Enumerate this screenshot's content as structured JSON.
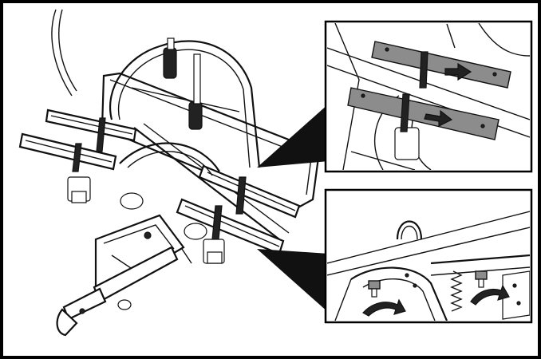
{
  "figure": {
    "background": "#ffffff",
    "stroke_color": "#111111",
    "highlight_color": "#8c8c8c",
    "arrow_color": "#222222",
    "insets": [
      {
        "id": "inset-top",
        "depicts": "wheel-holders-slide-outward"
      },
      {
        "id": "inset-bottom",
        "depicts": "locking-knobs-turn"
      }
    ]
  }
}
